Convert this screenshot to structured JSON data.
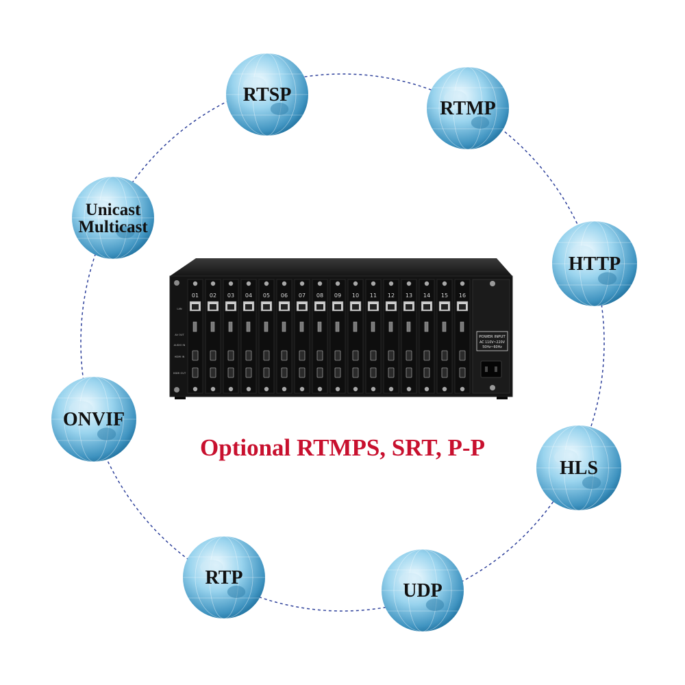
{
  "colors": {
    "ring": "#2c3f9a",
    "tagline": "#c8102e",
    "globe_light": "#e8f6fd",
    "globe_mid": "#7cc4e6",
    "globe_dark": "#1e6f9c",
    "chassis": "#141414"
  },
  "globes": [
    {
      "label": "RTSP",
      "icon": "globe-icon"
    },
    {
      "label": "RTMP",
      "icon": "globe-icon"
    },
    {
      "label": "HTTP",
      "icon": "globe-icon"
    },
    {
      "label": "HLS",
      "icon": "globe-icon"
    },
    {
      "label": "UDP",
      "icon": "globe-icon"
    },
    {
      "label": "RTP",
      "icon": "globe-icon"
    },
    {
      "label": "ONVIF",
      "icon": "globe-icon"
    },
    {
      "label": "Unicast\nMulticast",
      "icon": "globe-icon"
    }
  ],
  "tagline": "Optional RTMPS, SRT, P-P",
  "device": {
    "slot_numbers": [
      "01",
      "02",
      "03",
      "04",
      "05",
      "06",
      "07",
      "08",
      "09",
      "10",
      "11",
      "12",
      "13",
      "14",
      "15",
      "16"
    ],
    "power_label": "POWER INPUT",
    "power_spec": "AC 110V~220V",
    "power_freq": "50Hz~60Hz",
    "row_labels": [
      "LAN",
      "AV OUT",
      "AUDIO IN",
      "HDMI IN",
      "HDMI OUT"
    ]
  }
}
